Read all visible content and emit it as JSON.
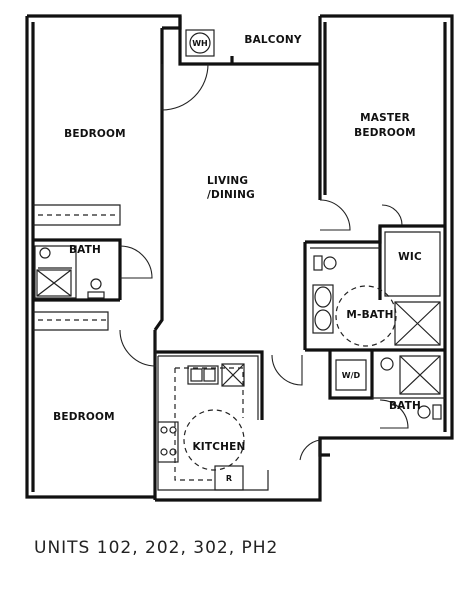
{
  "rooms": {
    "bedroom_1": "BEDROOM",
    "bedroom_2": "BEDROOM",
    "bath": "BATH",
    "balcony": "BALCONY",
    "living_dining_line1": "LIVING",
    "living_dining_line2": "/DINING",
    "master_line1": "MASTER",
    "master_line2": "BEDROOM",
    "wic": "WIC",
    "m_bath": "M-BATH",
    "kitchen": "KITCHEN",
    "bath_2": "BATH"
  },
  "fixtures": {
    "water_heater": "WH",
    "washer_dryer": "W/D",
    "refrigerator": "R"
  },
  "caption": "UNITS 102, 202, 302, PH2"
}
